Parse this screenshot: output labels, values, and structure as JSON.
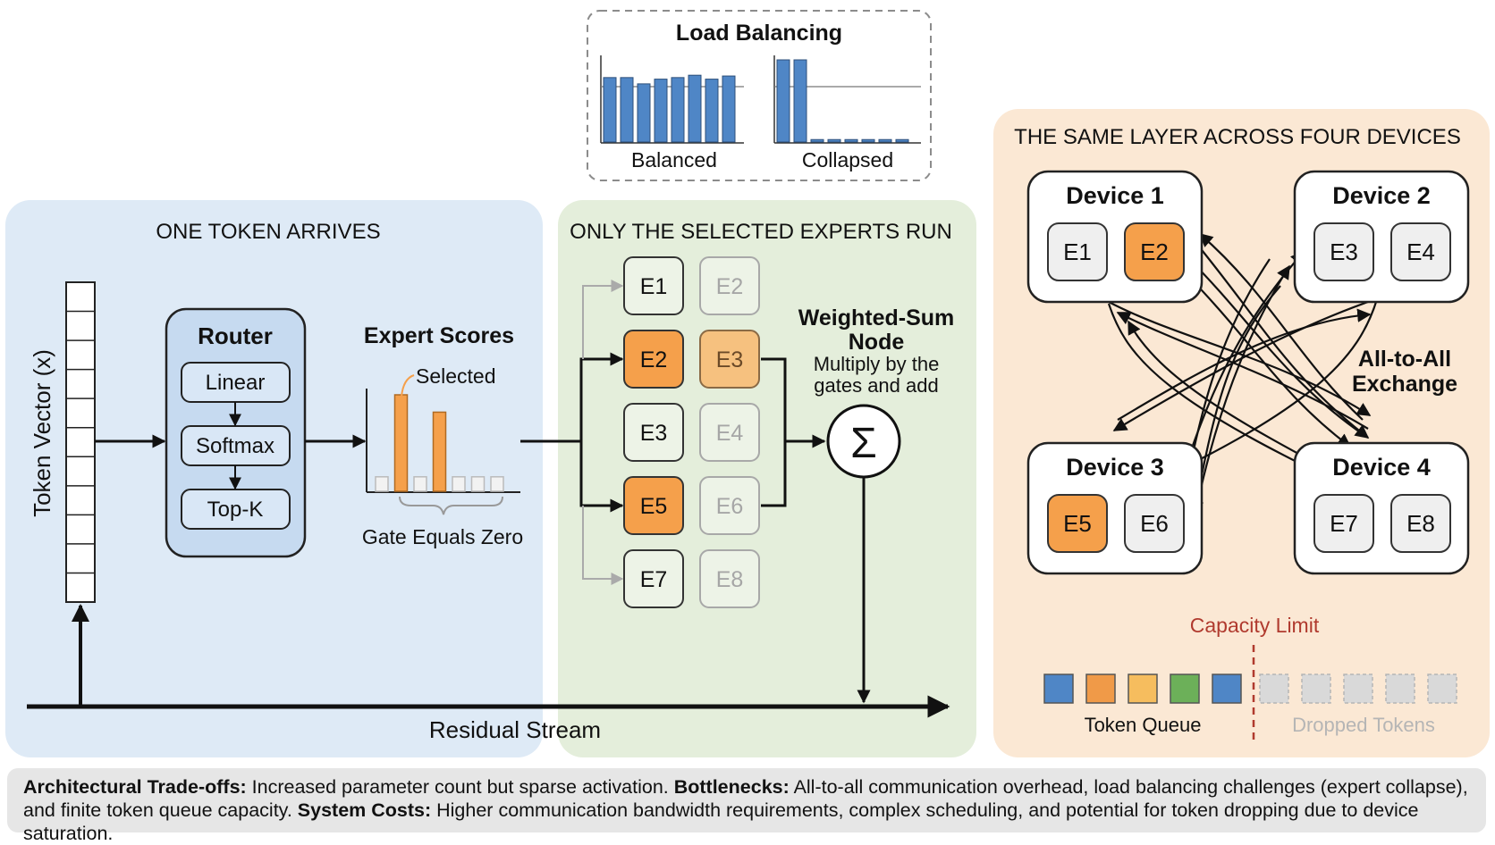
{
  "load_balancing": {
    "title": "Load Balancing",
    "balanced_label": "Balanced",
    "collapsed_label": "Collapsed",
    "balanced_bars": [
      0.82,
      0.82,
      0.74,
      0.8,
      0.82,
      0.85,
      0.8,
      0.84
    ],
    "collapsed_bars": [
      1.0,
      1.0,
      0.03,
      0.03,
      0.03,
      0.03,
      0.03,
      0.03
    ]
  },
  "token_panel": {
    "title": "ONE TOKEN ARRIVES",
    "token_vector_label": "Token Vector (x)",
    "router": {
      "title": "Router",
      "steps": [
        "Linear",
        "Softmax",
        "Top-K"
      ]
    },
    "scores": {
      "title": "Expert Scores",
      "selected_label": "Selected",
      "zero_label": "Gate Equals Zero",
      "values": [
        0.15,
        1.0,
        0.15,
        0.82,
        0.15,
        0.15,
        0.15
      ],
      "selected_indices": [
        1,
        3
      ]
    },
    "residual_label": "Residual Stream"
  },
  "experts_panel": {
    "title": "ONLY THE SELECTED EXPERTS RUN",
    "column1": [
      "E1",
      "E2",
      "E3",
      "E5",
      "E7"
    ],
    "column2": [
      "E2",
      "E3",
      "E4",
      "E6",
      "E8"
    ],
    "weighted_sum": {
      "title_line1": "Weighted-Sum",
      "title_line2": "Node",
      "desc_line1": "Multiply by the",
      "desc_line2": "gates and add",
      "symbol": "Σ"
    }
  },
  "devices_panel": {
    "title": "THE SAME LAYER ACROSS FOUR DEVICES",
    "devices": [
      {
        "name": "Device 1",
        "experts": [
          "E1",
          "E2"
        ],
        "active": [
          false,
          true
        ]
      },
      {
        "name": "Device 2",
        "experts": [
          "E3",
          "E4"
        ],
        "active": [
          false,
          false
        ]
      },
      {
        "name": "Device 3",
        "experts": [
          "E5",
          "E6"
        ],
        "active": [
          true,
          false
        ]
      },
      {
        "name": "Device 4",
        "experts": [
          "E7",
          "E8"
        ],
        "active": [
          false,
          false
        ]
      }
    ],
    "exchange_line1": "All-to-All",
    "exchange_line2": "Exchange",
    "capacity_label": "Capacity Limit",
    "queue_label": "Token Queue",
    "dropped_label": "Dropped Tokens",
    "queue_colors": [
      "#4f86c6",
      "#f09a48",
      "#f6bd5e",
      "#6cb059",
      "#4f86c6"
    ],
    "dropped_count": 5
  },
  "footer": {
    "tradeoffs_label": "Architectural Trade-offs:",
    "tradeoffs_text": " Increased parameter count but sparse activation. ",
    "bottlenecks_label": "Bottlenecks:",
    "bottlenecks_text": " All-to-all communication overhead, load balancing challenges (expert collapse), and finite token queue capacity. ",
    "costs_label": "System Costs:",
    "costs_text": " Higher communication bandwidth requirements, complex scheduling, and potential for token dropping due to device saturation."
  },
  "colors": {
    "blue_panel": "#deeaf6",
    "green_panel": "#e4eedb",
    "orange_panel": "#fbe8d4",
    "expert_active": "#f5a04b",
    "expert_faded_active": "#f6c17f",
    "bar_blue": "#4f86c6",
    "capacity_red": "#b03a2e"
  }
}
